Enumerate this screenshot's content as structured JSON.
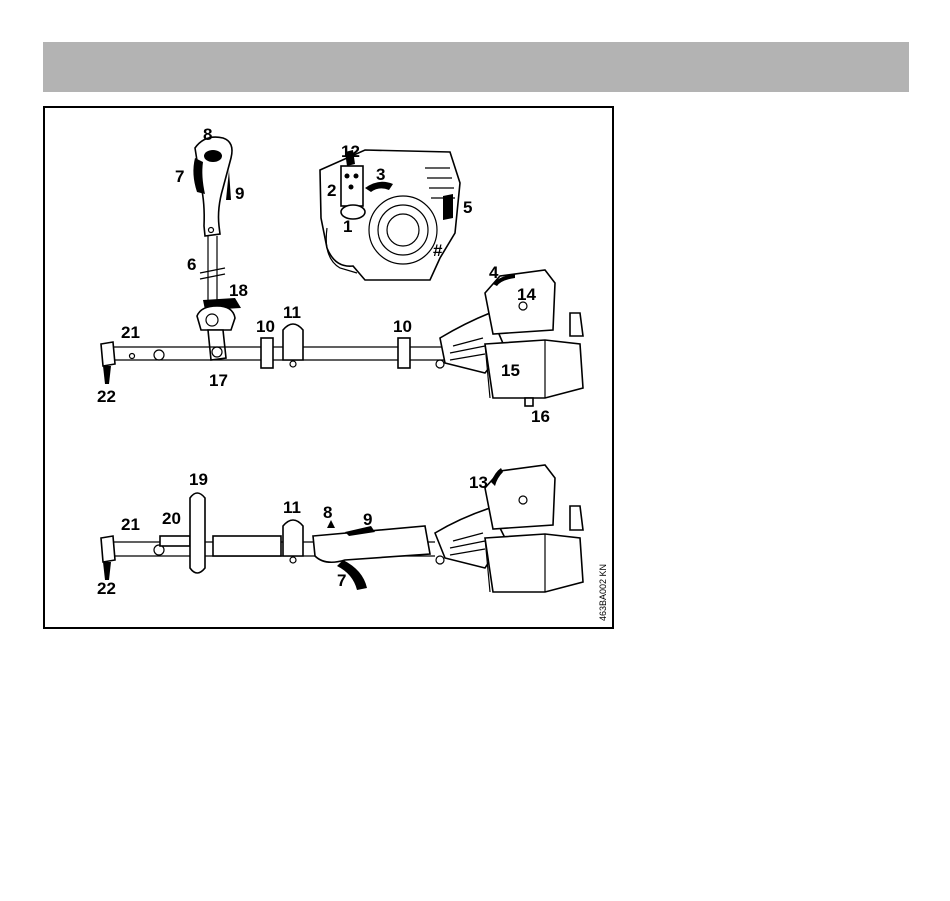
{
  "figure": {
    "image_code": "463BA002 KN",
    "labels": {
      "top_handle_8": "8",
      "top_handle_7": "7",
      "top_handle_9": "9",
      "shaft_6": "6",
      "engine_12": "12",
      "engine_2": "2",
      "engine_3": "3",
      "engine_1": "1",
      "engine_5": "5",
      "engine_hash": "#",
      "top_4": "4",
      "top_14": "14",
      "top_18": "18",
      "top_11": "11",
      "top_10a": "10",
      "top_10b": "10",
      "top_21": "21",
      "top_17": "17",
      "top_15": "15",
      "top_22": "22",
      "top_16": "16",
      "bottom_19": "19",
      "bottom_13": "13",
      "bottom_11": "11",
      "bottom_8": "8",
      "bottom_9": "9",
      "bottom_21": "21",
      "bottom_20": "20",
      "bottom_7": "7",
      "bottom_22": "22"
    }
  }
}
